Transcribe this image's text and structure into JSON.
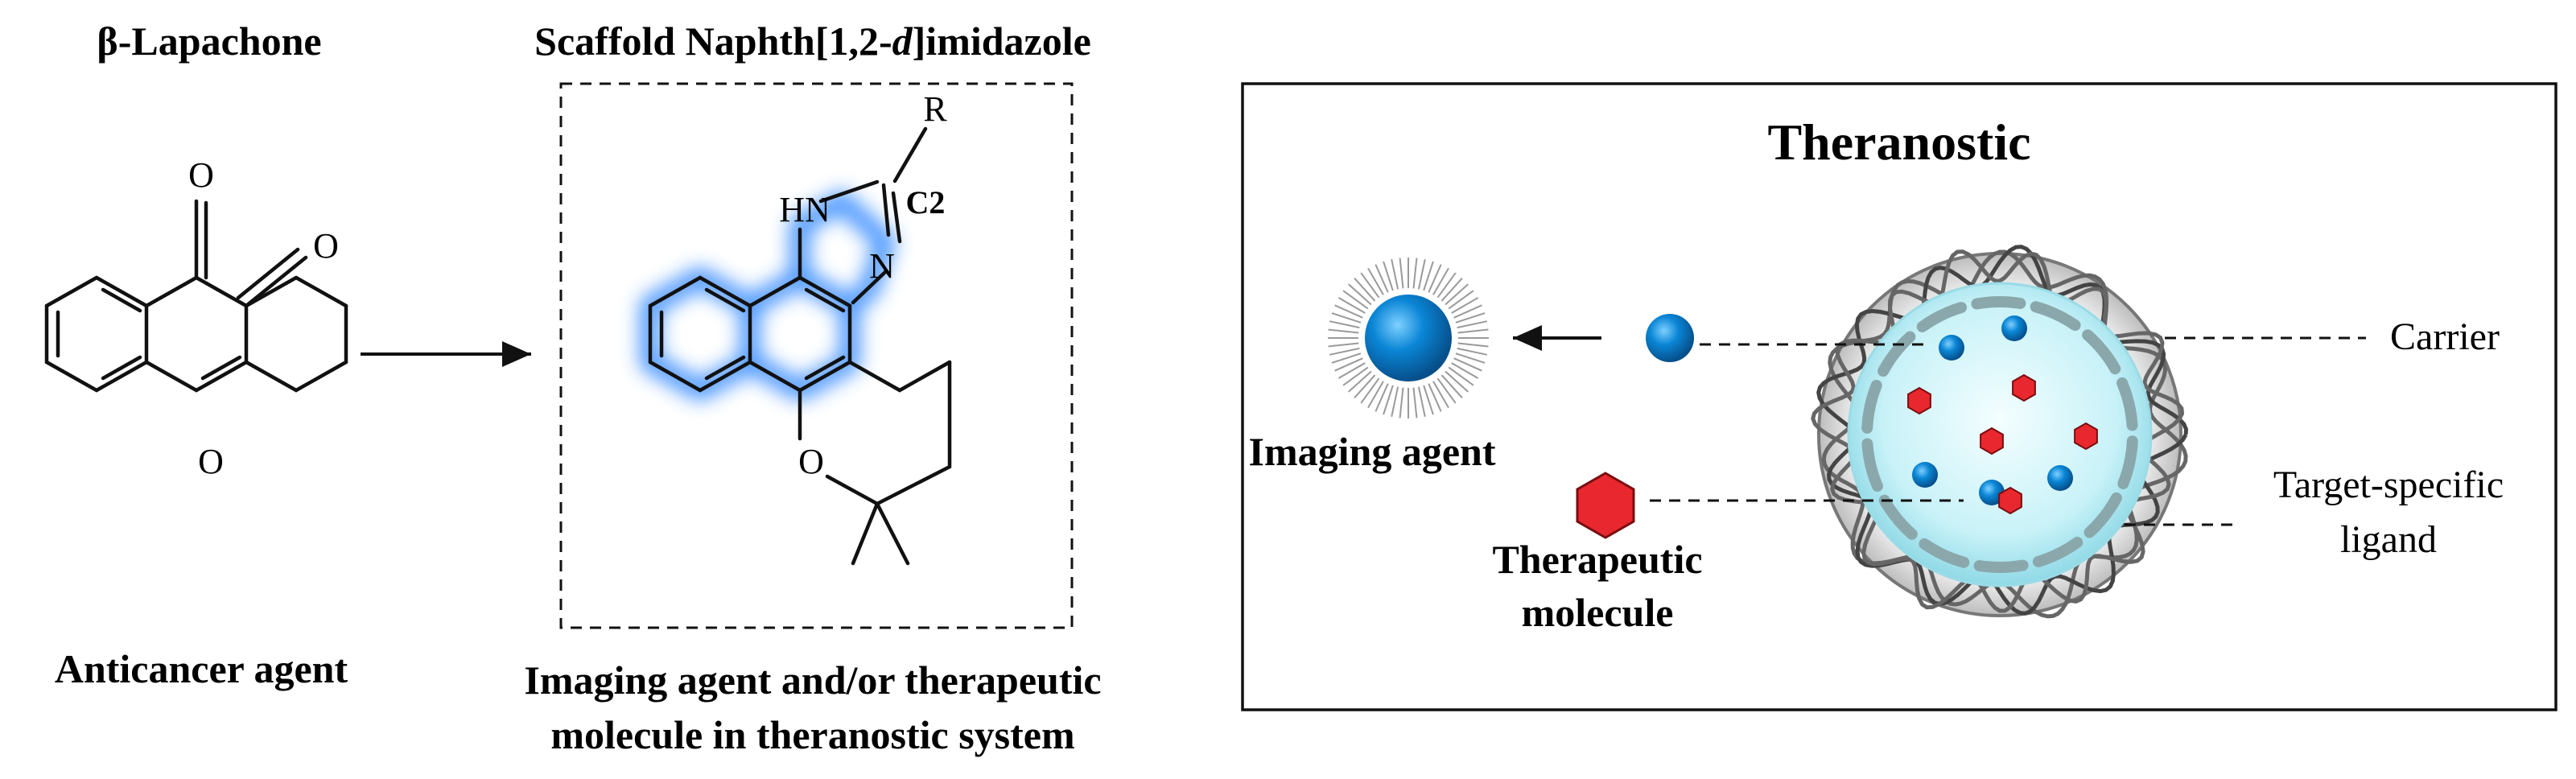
{
  "left": {
    "title_beta": "β-Lapachone",
    "caption": "Anticancer agent",
    "atoms": {
      "o1": "O",
      "o2": "O",
      "o3": "O"
    }
  },
  "middle": {
    "title_prefix": "Scaffold Naphth[1,2-",
    "title_italic": "d",
    "title_suffix": "]imidazole",
    "atoms": {
      "r": "R",
      "c2": "C2",
      "hn": "HN",
      "n": "N",
      "o": "O"
    },
    "caption_line1": "Imaging agent and/or therapeutic",
    "caption_line2": "molecule in theranostic system"
  },
  "right": {
    "title": "Theranostic",
    "imaging_label": "Imaging agent",
    "therapeutic_line1": "Therapeutic",
    "therapeutic_line2": "molecule",
    "carrier_label": "Carrier",
    "ligand_line1": "Target-specific",
    "ligand_line2": "ligand"
  },
  "colors": {
    "glow": "#2f86ff",
    "blue_ball": "#0a86d6",
    "red_hex": "#e8282e",
    "carrier_fill": "#c8f2f8",
    "ink": "#111111"
  }
}
